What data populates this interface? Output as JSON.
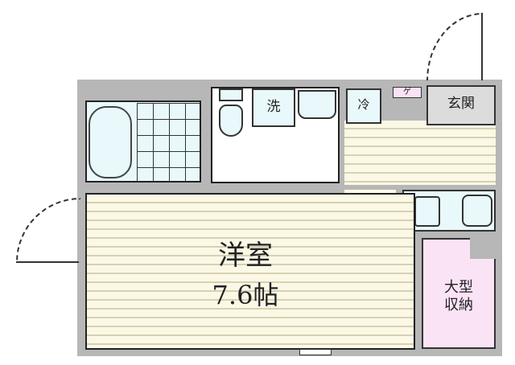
{
  "plan": {
    "main_room": {
      "name": "洋室",
      "size": "7.6帖"
    },
    "entrance": {
      "label": "玄関"
    },
    "storage": {
      "line1": "大型",
      "line2": "収納"
    },
    "washer": {
      "label": "洗"
    },
    "fridge": {
      "label": "冷"
    },
    "shoebox": {
      "label": "ゲ"
    }
  },
  "colors": {
    "wall": "#b7b7b7",
    "floor": "#fbf8e6",
    "wet_area": "#e8f8fb",
    "storage": "#fbe3f6",
    "entrance": "#dcdcdc"
  }
}
